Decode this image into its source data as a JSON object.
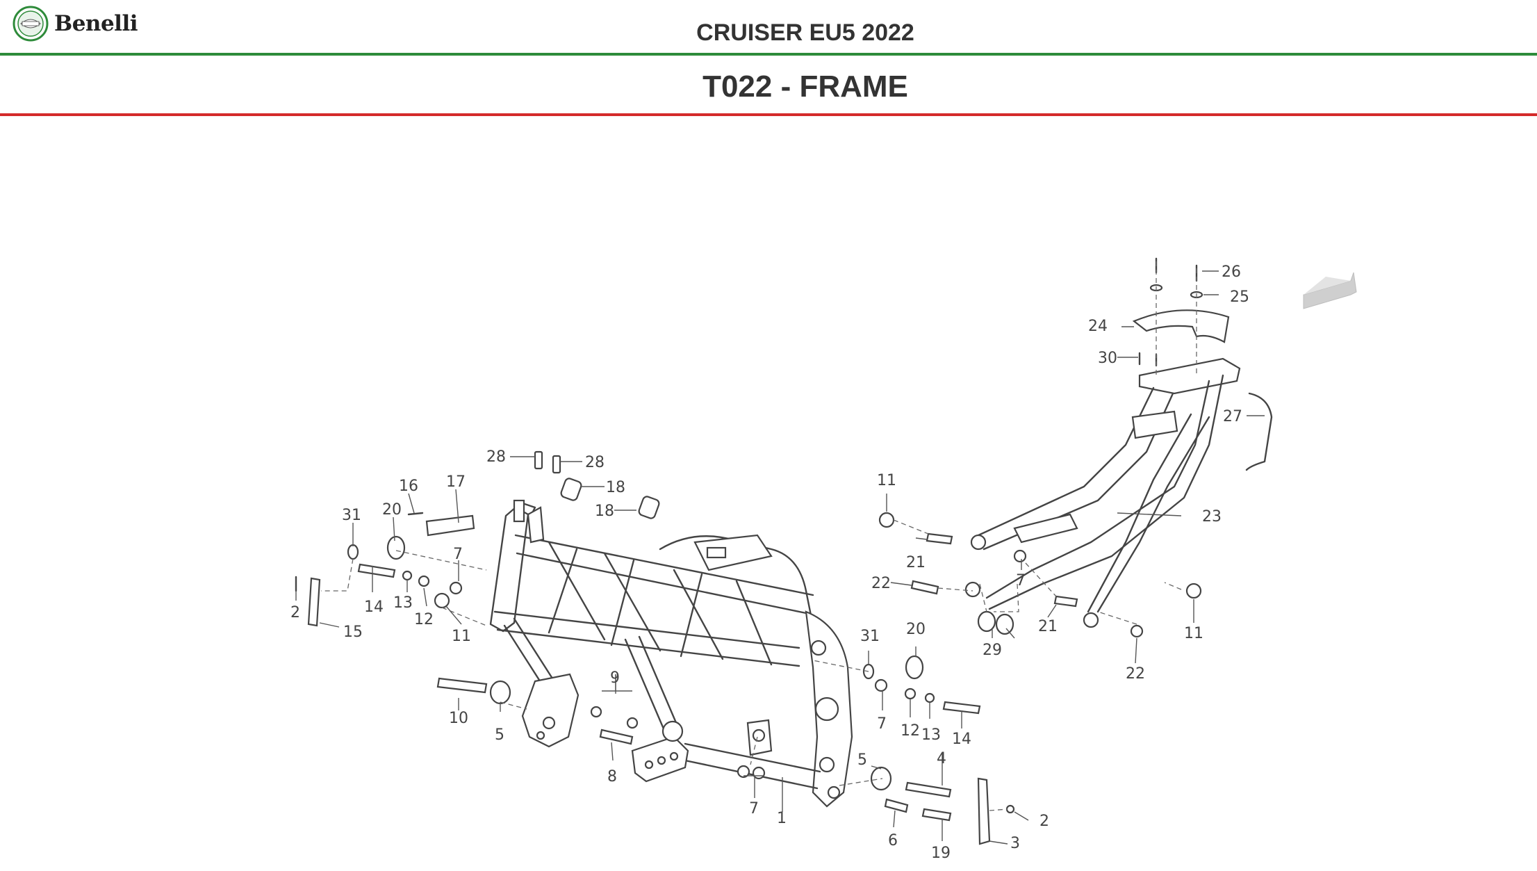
{
  "header": {
    "brand": "Benelli",
    "model_title": "CRUISER EU5 2022",
    "section_title": "T022 - FRAME"
  },
  "colors": {
    "green_rule": "#2e8b3a",
    "red_rule": "#d42a2a",
    "text": "#333333"
  },
  "diagram": {
    "callouts": {
      "c1": "1",
      "c2a": "2",
      "c2b": "2",
      "c3": "3",
      "c4": "4",
      "c5a": "5",
      "c5b": "5",
      "c6": "6",
      "c7a": "7",
      "c7b": "7",
      "c7c": "7",
      "c7d": "7",
      "c8": "8",
      "c9": "9",
      "c10": "10",
      "c11a": "11",
      "c11b": "11",
      "c11c": "11",
      "c12a": "12",
      "c12b": "12",
      "c13a": "13",
      "c13b": "13",
      "c14a": "14",
      "c14b": "14",
      "c15": "15",
      "c16": "16",
      "c17": "17",
      "c18a": "18",
      "c18b": "18",
      "c19": "19",
      "c20a": "20",
      "c20b": "20",
      "c21a": "21",
      "c21b": "21",
      "c22a": "22",
      "c22b": "22",
      "c23": "23",
      "c24": "24",
      "c25": "25",
      "c26": "26",
      "c27": "27",
      "c28a": "28",
      "c28b": "28",
      "c29": "29",
      "c30": "30",
      "c31a": "31",
      "c31b": "31"
    }
  }
}
